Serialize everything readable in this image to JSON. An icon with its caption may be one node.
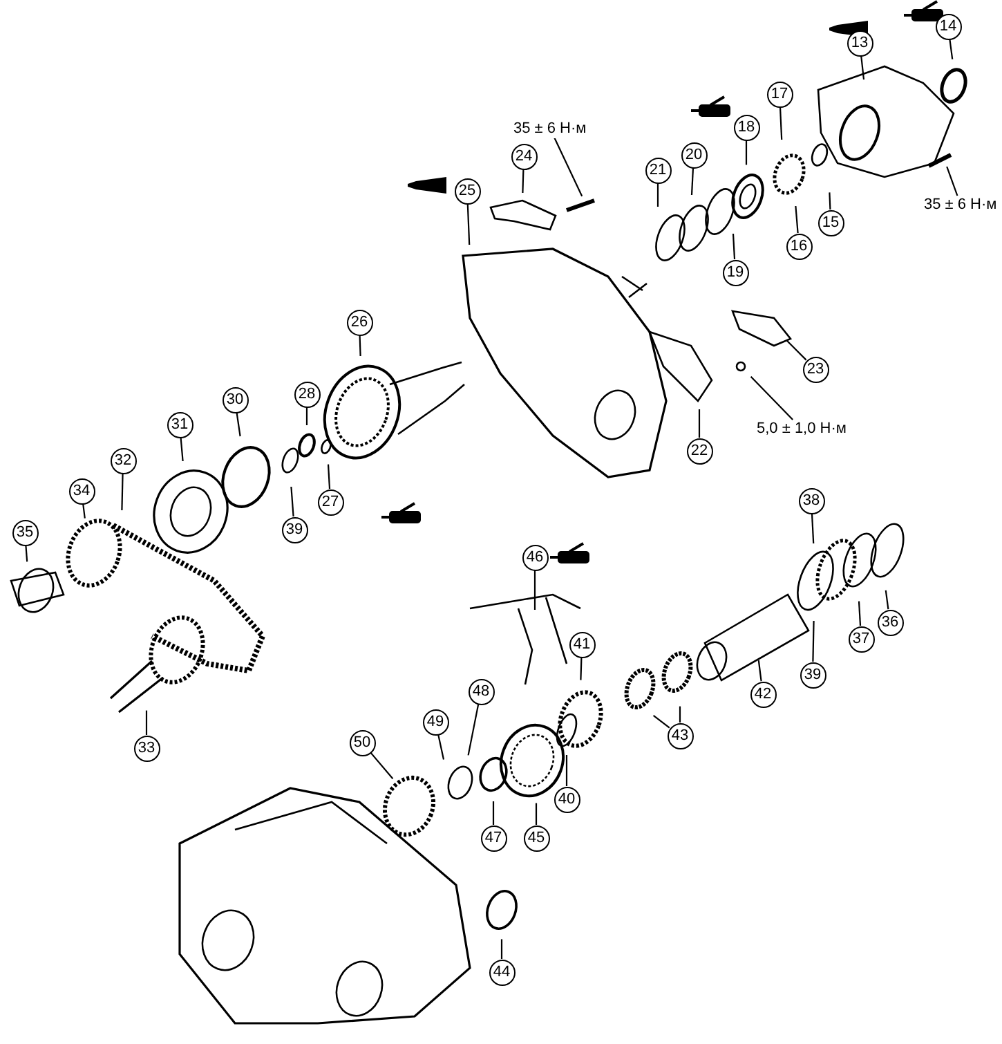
{
  "diagram": {
    "nodes": [
      {
        "text": [
          "14"
        ]
      },
      {
        "text": [
          "13"
        ]
      },
      {
        "text": [
          "17"
        ]
      },
      {
        "text": [
          "18"
        ]
      },
      {
        "text": [
          "20"
        ]
      },
      {
        "text": [
          "21"
        ]
      },
      {
        "text": [
          "35 ± 6 Н·м"
        ]
      },
      {
        "text": [
          "24"
        ]
      },
      {
        "text": [
          "25"
        ]
      },
      {
        "text": [
          "15"
        ]
      },
      {
        "text": [
          "16"
        ]
      },
      {
        "text": [
          "19"
        ]
      },
      {
        "text": [
          "35 ± 6 Н·м"
        ]
      },
      {
        "text": [
          "26"
        ]
      },
      {
        "text": [
          "23"
        ]
      },
      {
        "text": [
          "28"
        ]
      },
      {
        "text": [
          "30"
        ]
      },
      {
        "text": [
          "31"
        ]
      },
      {
        "text": [
          "5,0 ± 1,0 Н·м"
        ]
      },
      {
        "text": [
          "22"
        ]
      },
      {
        "text": [
          "32"
        ]
      },
      {
        "text": [
          "34"
        ]
      },
      {
        "text": [
          "27"
        ]
      },
      {
        "text": [
          "38"
        ]
      },
      {
        "text": [
          "35"
        ]
      },
      {
        "text": [
          "39"
        ]
      },
      {
        "text": [
          "46"
        ]
      },
      {
        "text": [
          "36"
        ]
      },
      {
        "text": [
          "41"
        ]
      },
      {
        "text": [
          "37"
        ]
      },
      {
        "text": [
          "39"
        ]
      },
      {
        "text": [
          "42"
        ]
      },
      {
        "text": [
          "48"
        ]
      },
      {
        "text": [
          "49"
        ]
      },
      {
        "text": [
          "43"
        ]
      },
      {
        "text": [
          "50"
        ]
      },
      {
        "text": [
          "33"
        ]
      },
      {
        "text": [
          "40"
        ]
      },
      {
        "text": [
          "47"
        ]
      },
      {
        "text": [
          "45"
        ]
      },
      {
        "text": [
          "44"
        ]
      }
    ],
    "edges": [
      {
        "from": 0,
        "to": null,
        "arrow": "none"
      },
      {
        "from": 1,
        "to": null,
        "arrow": "none"
      },
      {
        "from": 2,
        "to": null,
        "arrow": "none"
      },
      {
        "from": 3,
        "to": null,
        "arrow": "none"
      },
      {
        "from": 4,
        "to": null,
        "arrow": "none"
      },
      {
        "from": 5,
        "to": null,
        "arrow": "none"
      },
      {
        "from": 6,
        "to": null,
        "arrow": "none"
      },
      {
        "from": 7,
        "to": null,
        "arrow": "none"
      },
      {
        "from": 8,
        "to": null,
        "arrow": "none"
      },
      {
        "from": 9,
        "to": null,
        "arrow": "none"
      },
      {
        "from": 10,
        "to": null,
        "arrow": "none"
      },
      {
        "from": 11,
        "to": null,
        "arrow": "none"
      },
      {
        "from": 12,
        "to": null,
        "arrow": "none"
      },
      {
        "from": 13,
        "to": null,
        "arrow": "none"
      },
      {
        "from": 14,
        "to": null,
        "arrow": "none"
      },
      {
        "from": 15,
        "to": null,
        "arrow": "none"
      },
      {
        "from": 16,
        "to": null,
        "arrow": "none"
      },
      {
        "from": 17,
        "to": null,
        "arrow": "none"
      },
      {
        "from": 18,
        "to": null,
        "arrow": "none"
      },
      {
        "from": 19,
        "to": null,
        "arrow": "none"
      },
      {
        "from": 20,
        "to": null,
        "arrow": "none"
      },
      {
        "from": 21,
        "to": null,
        "arrow": "none"
      },
      {
        "from": 22,
        "to": null,
        "arrow": "none"
      },
      {
        "from": 23,
        "to": null,
        "arrow": "none"
      },
      {
        "from": 24,
        "to": null,
        "arrow": "none"
      },
      {
        "from": 25,
        "to": null,
        "arrow": "none"
      },
      {
        "from": 26,
        "to": null,
        "arrow": "none"
      },
      {
        "from": 27,
        "to": null,
        "arrow": "none"
      },
      {
        "from": 28,
        "to": null,
        "arrow": "none"
      },
      {
        "from": 29,
        "to": null,
        "arrow": "none"
      },
      {
        "from": 30,
        "to": null,
        "arrow": "none"
      },
      {
        "from": 31,
        "to": null,
        "arrow": "none"
      },
      {
        "from": 32,
        "to": null,
        "arrow": "none"
      },
      {
        "from": 33,
        "to": null,
        "arrow": "none"
      },
      {
        "from": 34,
        "to": null,
        "arrow": "none"
      },
      {
        "from": 34,
        "to": null,
        "arrow": "none"
      },
      {
        "from": 35,
        "to": null,
        "arrow": "none"
      },
      {
        "from": 36,
        "to": null,
        "arrow": "none"
      },
      {
        "from": 37,
        "to": null,
        "arrow": "none"
      },
      {
        "from": 38,
        "to": null,
        "arrow": "none"
      },
      {
        "from": 39,
        "to": null,
        "arrow": "none"
      },
      {
        "from": 40,
        "to": null,
        "arrow": "none"
      }
    ]
  }
}
